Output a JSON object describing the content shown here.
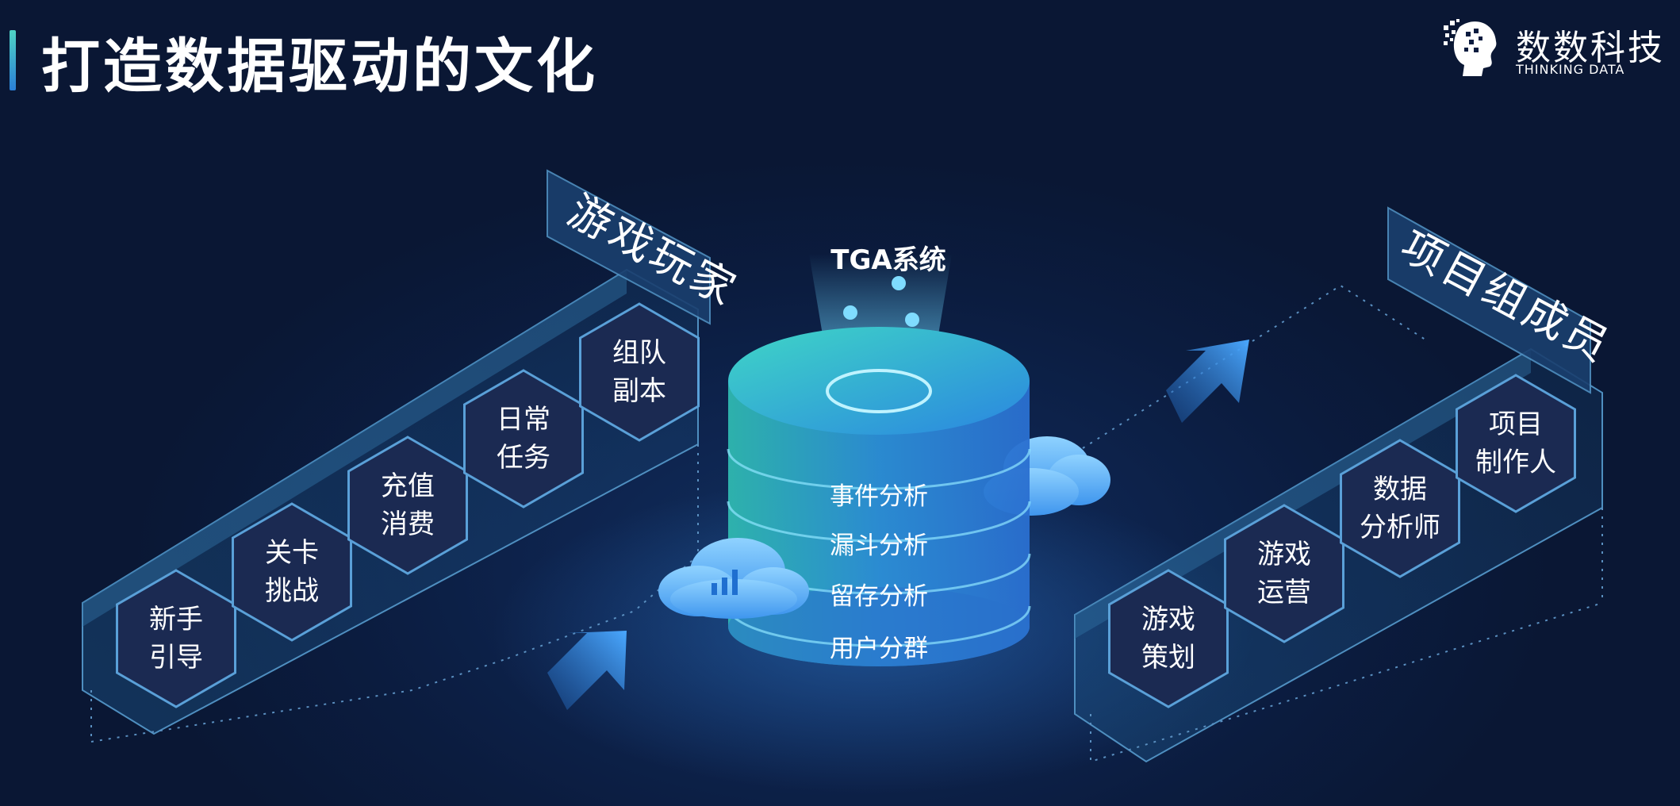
{
  "title": "打造数据驱动的文化",
  "logo": {
    "name": "数数科技",
    "subtitle": "THINKING DATA"
  },
  "center": {
    "system_label": "TGA系统",
    "modules": [
      "事件分析",
      "漏斗分析",
      "留存分析",
      "用户分群"
    ]
  },
  "left_panel": {
    "label": "游戏玩家",
    "items": [
      "新手\n引导",
      "关卡\n挑战",
      "充值\n消费",
      "日常\n任务",
      "组队\n副本"
    ]
  },
  "right_panel": {
    "label": "项目组成员",
    "items": [
      "游戏\n策划",
      "游戏\n运营",
      "数据\n分析师",
      "项目\n制作人"
    ]
  },
  "colors": {
    "background": "#0b1c3f",
    "accent_teal": "#4fd3c4",
    "accent_blue": "#3a9af0",
    "hex_fill": "#1b2a52"
  }
}
